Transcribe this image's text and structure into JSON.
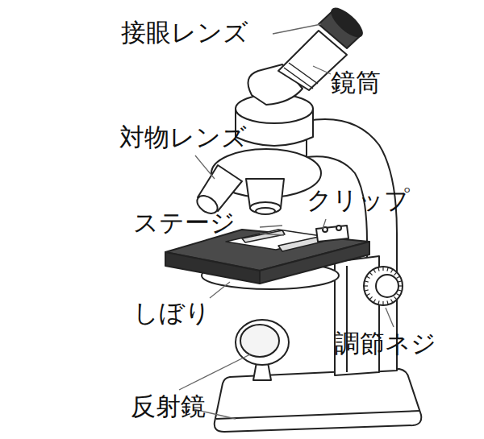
{
  "diagram": {
    "labels": [
      "接眼レンズ",
      "鏡筒",
      "対物レンズ",
      "クリップ",
      "ステージ",
      "しぼり",
      "調節ネジ",
      "反射鏡"
    ]
  }
}
